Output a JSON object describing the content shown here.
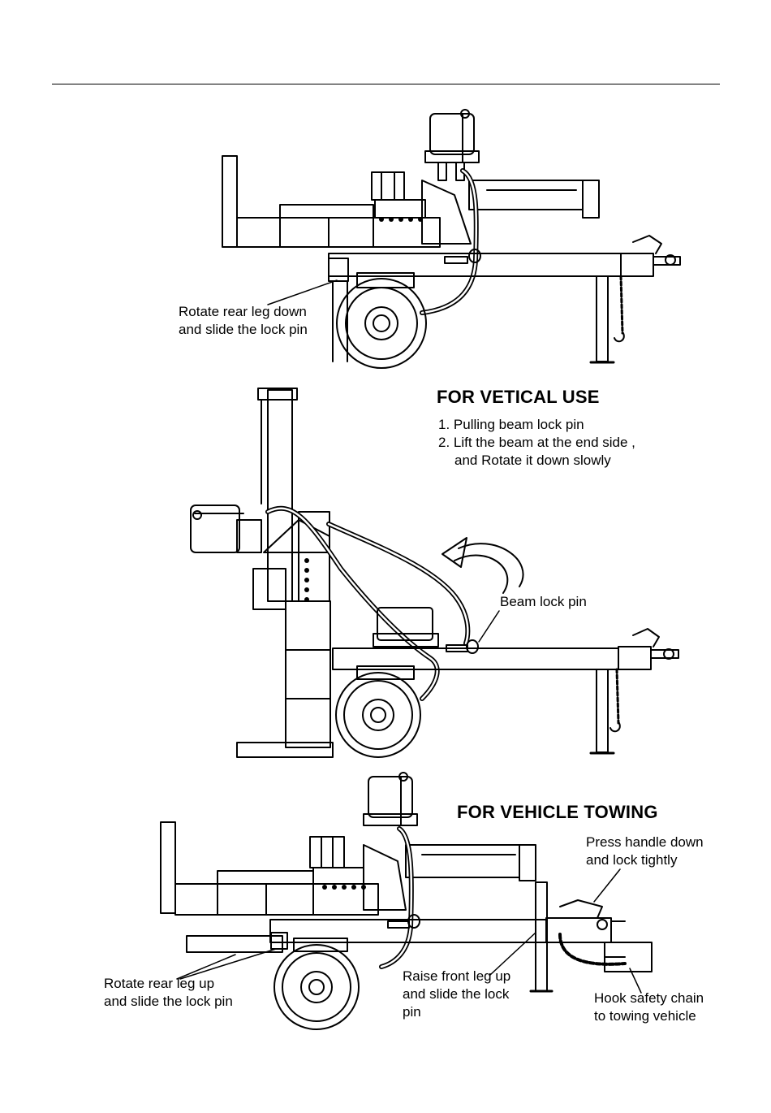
{
  "top_figure": {
    "callout_rear_leg": [
      "Rotate rear leg down",
      "and slide the lock pin"
    ]
  },
  "middle_figure": {
    "heading": "FOR VETICAL USE",
    "steps": [
      "1. Pulling beam lock pin",
      "2. Lift the beam at the end side ,",
      "and Rotate it down slowly"
    ],
    "callout_beam_pin": "Beam lock pin"
  },
  "bottom_figure": {
    "heading": "FOR VEHICLE TOWING",
    "callout_handle": [
      "Press handle down",
      "and lock tightly"
    ],
    "callout_rear_leg": [
      "Rotate rear leg up",
      "and slide the lock pin"
    ],
    "callout_front_leg": [
      "Raise front leg up",
      "and slide the lock",
      "pin"
    ],
    "callout_chain": [
      "Hook safety chain",
      "to towing vehicle"
    ]
  }
}
